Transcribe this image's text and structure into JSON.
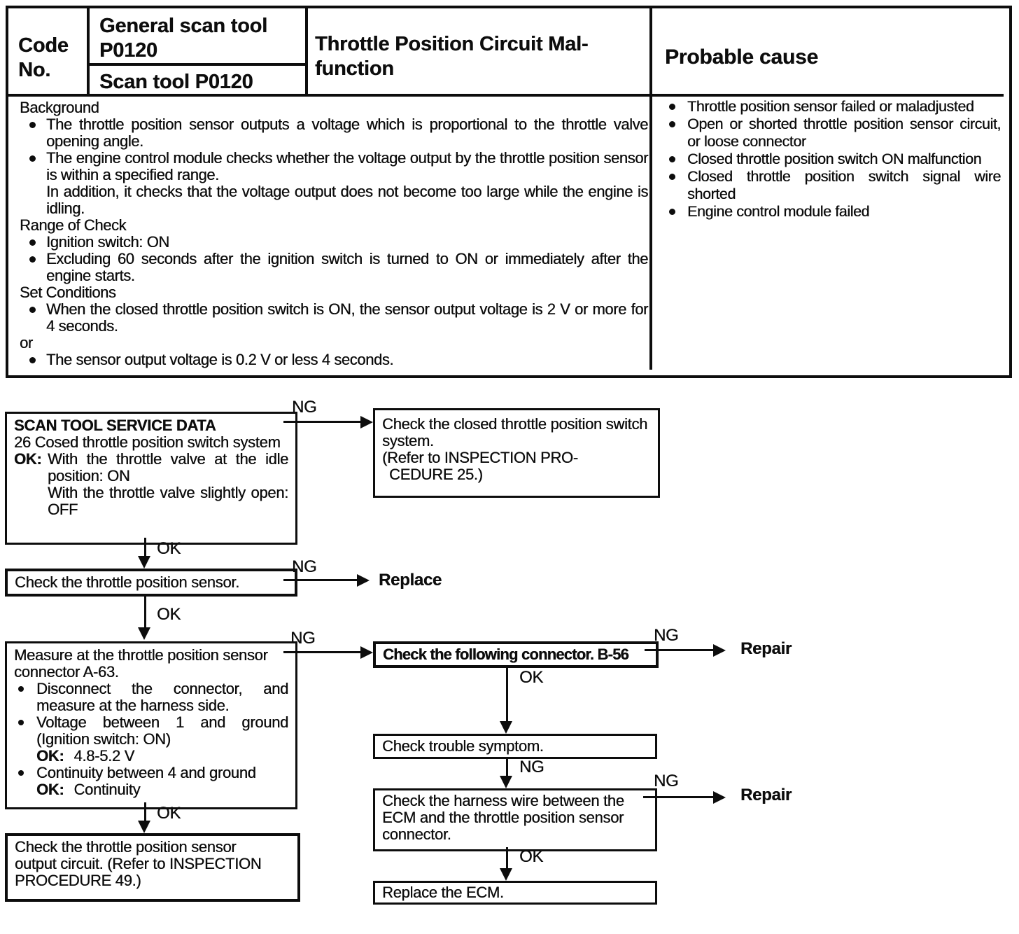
{
  "colors": {
    "ink": "#0d0d0d",
    "paper": "#ffffff"
  },
  "labels": {
    "ng": "NG",
    "ok": "OK",
    "ok_colon": "OK:",
    "replace": "Replace",
    "repair": "Repair"
  },
  "table": {
    "header": {
      "code_label": "Code No.",
      "general_scan_tool": "General scan tool P0120",
      "scan_tool": "Scan tool P0120",
      "dtc_title_line1": "Throttle Position Circuit Mal-",
      "dtc_title_line2": "function",
      "probable_cause": "Probable cause"
    },
    "description": [
      {
        "style": "plain",
        "text": "Background"
      },
      {
        "style": "bullet",
        "text": "The throttle position sensor outputs a voltage which is proportional to the throttle valve opening angle."
      },
      {
        "style": "bullet",
        "text": "The engine control module checks whether the voltage output by the throttle position sensor is within a specified range."
      },
      {
        "style": "cont",
        "text": "In addition, it checks that the voltage output does not become too large while the engine is idling."
      },
      {
        "style": "plain",
        "text": "Range of Check"
      },
      {
        "style": "bullet",
        "text": "Ignition switch: ON"
      },
      {
        "style": "bullet",
        "text": "Excluding 60 seconds after the ignition switch is turned to ON or immediately after the engine starts."
      },
      {
        "style": "plain",
        "text": "Set Conditions"
      },
      {
        "style": "bullet",
        "text": "When the closed throttle position switch is ON, the sensor output voltage is 2 V or more for 4 seconds."
      },
      {
        "style": "plain",
        "text": "or"
      },
      {
        "style": "bullet",
        "text": "The sensor output voltage is 0.2 V or less 4 seconds."
      }
    ],
    "probable_causes": [
      "Throttle position sensor failed or maladjusted",
      "Open or shorted throttle position sensor circuit, or loose connector",
      "Closed throttle position switch ON malfunction",
      "Closed throttle position switch signal wire shorted",
      "Engine control module failed"
    ]
  },
  "flow": {
    "scan_data_box": {
      "title": "SCAN TOOL SERVICE DATA",
      "subtitle": "26 Cosed throttle position switch system",
      "ok_line1": "With the throttle valve at the idle position: ON",
      "ok_line2": "With the throttle valve slightly open: OFF"
    },
    "closed_throttle_box": {
      "line1": "Check the closed throttle position switch system.",
      "line2": "(Refer to INSPECTION PRO-",
      "line3": "CEDURE 25.)"
    },
    "sensor_box": {
      "text": "Check the throttle position sensor."
    },
    "measure_box": {
      "title_line1": "Measure at the throttle position sensor",
      "title_line2": "connector A-63.",
      "bullet1": "Disconnect the connector, and measure at the harness side.",
      "bullet2": "Voltage between 1 and ground (Ignition switch: ON)",
      "bullet2_ok": "4.8-5.2 V",
      "bullet3": "Continuity between 4 and ground",
      "bullet3_ok": "Continuity"
    },
    "connector_box": {
      "text": "Check the following connector. B-56"
    },
    "symptom_box": {
      "text": "Check trouble symptom."
    },
    "harness_box": {
      "line1": "Check the harness wire between the",
      "line2": "ECM and the throttle position sensor",
      "line3": "connector."
    },
    "replace_ecm_box": {
      "text": "Replace the ECM."
    },
    "output_circuit_box": {
      "line1": "Check the throttle position sensor",
      "line2": "output circuit. (Refer to INSPECTION",
      "line3": "PROCEDURE 49.)"
    }
  }
}
